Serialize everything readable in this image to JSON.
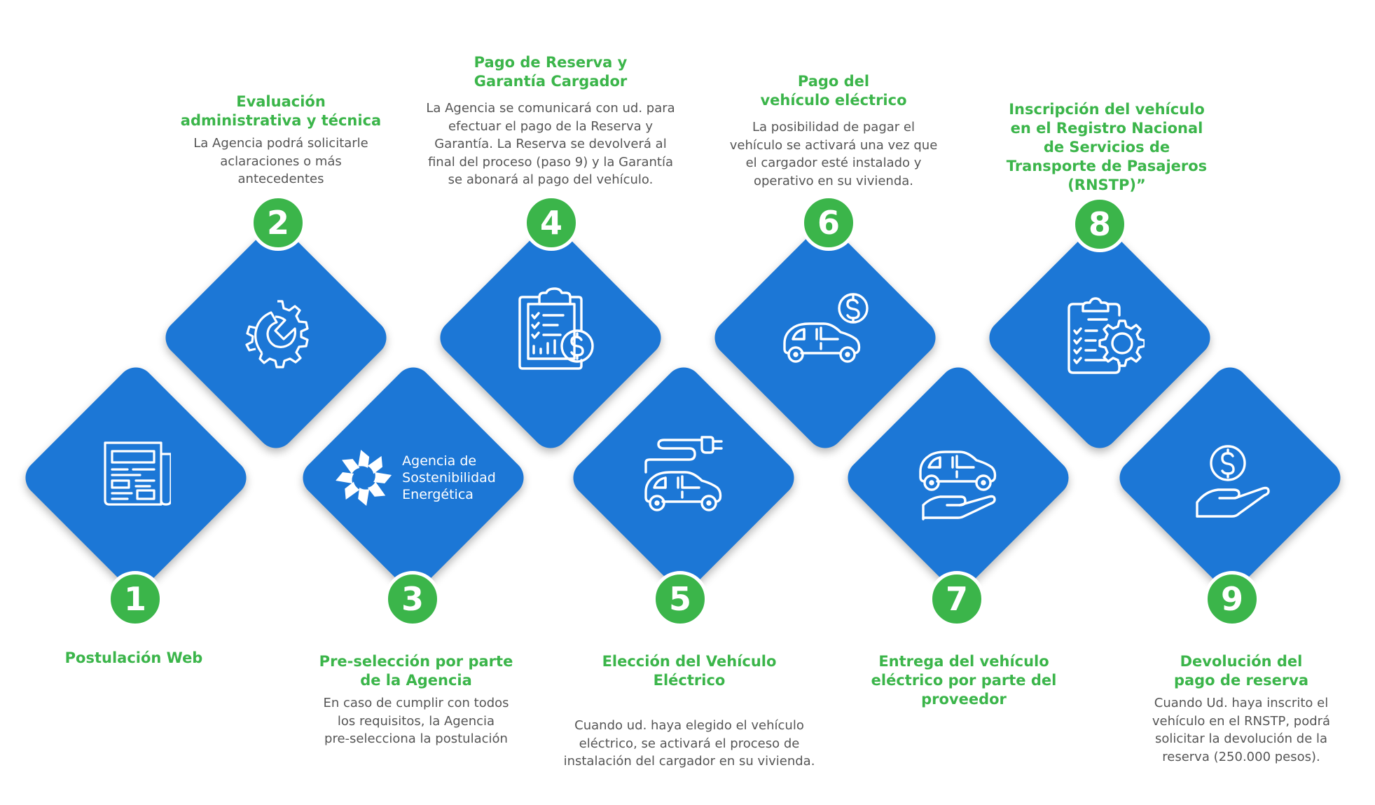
{
  "colors": {
    "diamond": "#1c77d6",
    "number_badge": "#3bb54a",
    "title": "#3bb54a",
    "description": "#555555",
    "icon": "#ffffff"
  },
  "steps": [
    {
      "number": "1",
      "title": "Postulación Web",
      "description": "",
      "icon": "newspaper-icon"
    },
    {
      "number": "2",
      "title": "Evaluación administrativa y técnica",
      "title_lines": [
        "Evaluación",
        "administrativa y técnica"
      ],
      "description_lines": [
        "La Agencia podrá solicitarle",
        "aclaraciones o más",
        "antecedentes"
      ],
      "icon": "gear-wrench-icon"
    },
    {
      "number": "3",
      "title_lines": [
        "Pre-selección por parte",
        "de la Agencia"
      ],
      "description_lines": [
        "En caso de cumplir con todos",
        "los requisitos, la Agencia",
        "pre-selecciona la postulación"
      ],
      "icon": "agency-logo",
      "logo_text_lines": [
        "Agencia de",
        "Sostenibilidad",
        "Energética"
      ]
    },
    {
      "number": "4",
      "title_lines": [
        "Pago de Reserva y",
        "Garantía Cargador"
      ],
      "description_lines": [
        "La Agencia se comunicará con ud. para",
        "efectuar el pago de la Reserva y",
        "Garantía. La Reserva se devolverá al",
        "final del proceso (paso 9) y la Garantía",
        "se abonará al pago del vehículo."
      ],
      "icon": "clipboard-dollar-icon"
    },
    {
      "number": "5",
      "title_lines": [
        "Elección del Vehículo",
        "Eléctrico"
      ],
      "description_lines": [
        "Cuando ud. haya elegido el vehículo",
        "eléctrico, se activará el proceso de",
        "instalación del cargador en su vivienda."
      ],
      "icon": "electric-car-plug-icon"
    },
    {
      "number": "6",
      "title_lines": [
        "Pago del",
        "vehículo eléctrico"
      ],
      "description_lines": [
        "La posibilidad de pagar el",
        "vehículo se activará una vez que",
        "el cargador esté instalado y",
        "operativo en su vivienda."
      ],
      "icon": "car-dollar-icon"
    },
    {
      "number": "7",
      "title_lines": [
        "Entrega del vehículo",
        "eléctrico por parte del",
        "proveedor"
      ],
      "description_lines": [],
      "icon": "car-hand-icon"
    },
    {
      "number": "8",
      "title_lines": [
        "Inscripción del vehículo",
        "en el Registro Nacional",
        "de Servicios de",
        "Transporte de Pasajeros",
        "(RNSTP)”"
      ],
      "description_lines": [],
      "icon": "clipboard-gear-icon"
    },
    {
      "number": "9",
      "title_lines": [
        "Devolución del",
        "pago de reserva"
      ],
      "description_lines": [
        "Cuando Ud. haya inscrito el",
        "vehículo en el RNSTP, podrá",
        "solicitar la devolución de la",
        "reserva (250.000 pesos)."
      ],
      "icon": "hand-dollar-icon"
    }
  ]
}
